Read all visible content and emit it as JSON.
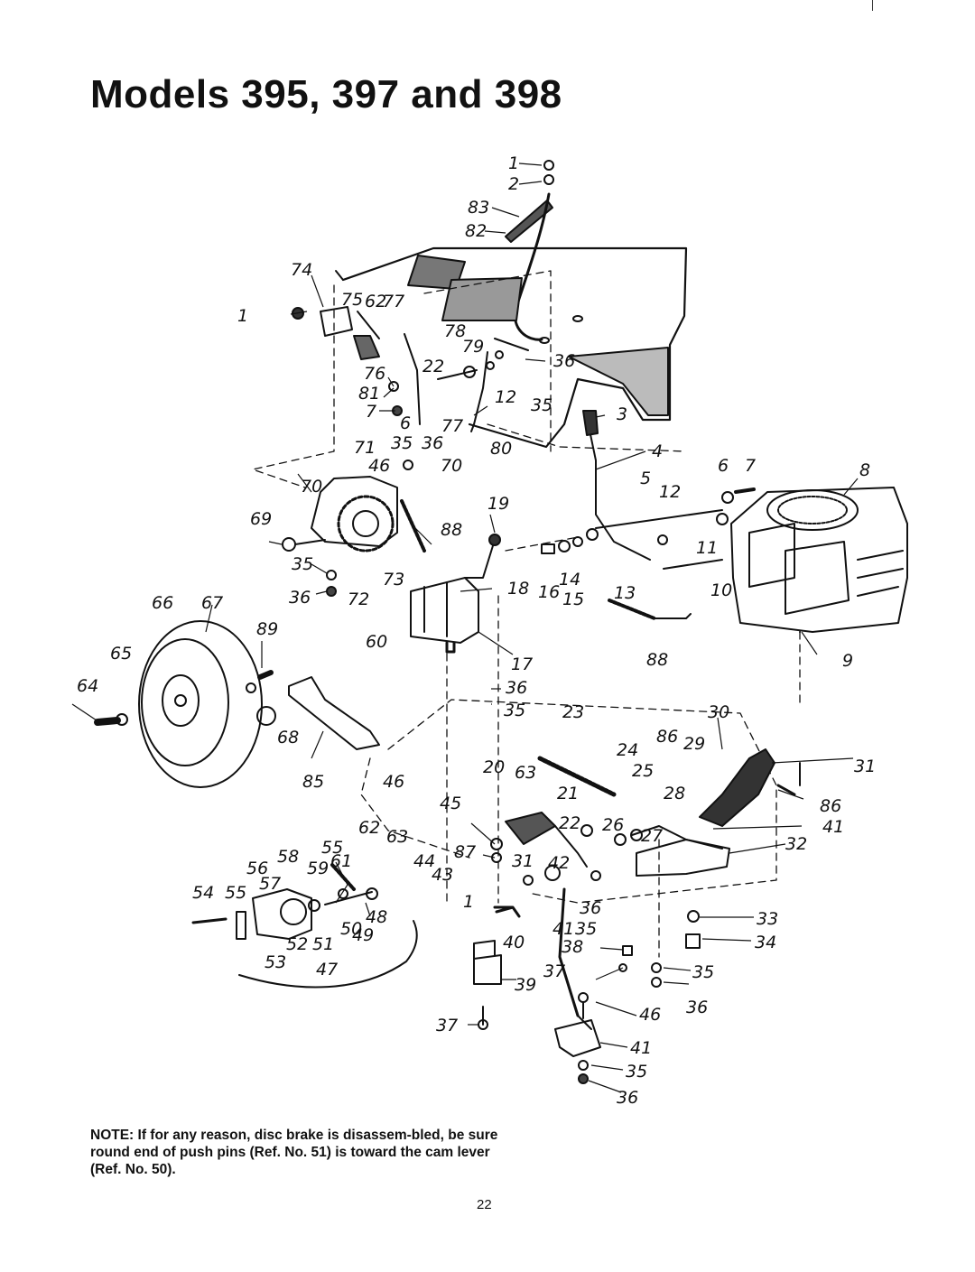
{
  "title": "Models 395, 397 and 398",
  "note": "NOTE: If for any reason, disc brake is disassem-bled, be sure round end of push pins (Ref. No. 51) is toward the cam lever (Ref. No. 50).",
  "page_number": "22",
  "callouts": [
    {
      "id": "c1a",
      "text": "1"
    },
    {
      "id": "c2",
      "text": "2"
    },
    {
      "id": "c83",
      "text": "83"
    },
    {
      "id": "c82",
      "text": "82"
    },
    {
      "id": "c74",
      "text": "74"
    },
    {
      "id": "c1b",
      "text": "1"
    },
    {
      "id": "c75",
      "text": "75"
    },
    {
      "id": "c62a",
      "text": "62"
    },
    {
      "id": "c77a",
      "text": "77"
    },
    {
      "id": "c78",
      "text": "78"
    },
    {
      "id": "c79",
      "text": "79"
    },
    {
      "id": "c36a",
      "text": "36"
    },
    {
      "id": "c76",
      "text": "76"
    },
    {
      "id": "c22a",
      "text": "22"
    },
    {
      "id": "c81",
      "text": "81"
    },
    {
      "id": "c12a",
      "text": "12"
    },
    {
      "id": "c35a",
      "text": "35"
    },
    {
      "id": "c7a",
      "text": "7"
    },
    {
      "id": "c6a",
      "text": "6"
    },
    {
      "id": "c77b",
      "text": "77"
    },
    {
      "id": "c3",
      "text": "3"
    },
    {
      "id": "c35b",
      "text": "35"
    },
    {
      "id": "c36b",
      "text": "36"
    },
    {
      "id": "c80",
      "text": "80"
    },
    {
      "id": "c71",
      "text": "71"
    },
    {
      "id": "c46a",
      "text": "46"
    },
    {
      "id": "c70a",
      "text": "70"
    },
    {
      "id": "c4",
      "text": "4"
    },
    {
      "id": "c6b",
      "text": "6"
    },
    {
      "id": "c7b",
      "text": "7"
    },
    {
      "id": "c8",
      "text": "8"
    },
    {
      "id": "c70b",
      "text": "70"
    },
    {
      "id": "c5",
      "text": "5"
    },
    {
      "id": "c12b",
      "text": "12"
    },
    {
      "id": "c19",
      "text": "19"
    },
    {
      "id": "c69",
      "text": "69"
    },
    {
      "id": "c88a",
      "text": "88"
    },
    {
      "id": "c11",
      "text": "11"
    },
    {
      "id": "c35c",
      "text": "35"
    },
    {
      "id": "c73",
      "text": "73"
    },
    {
      "id": "c18",
      "text": "18"
    },
    {
      "id": "c16",
      "text": "16"
    },
    {
      "id": "c14",
      "text": "14"
    },
    {
      "id": "c15",
      "text": "15"
    },
    {
      "id": "c13",
      "text": "13"
    },
    {
      "id": "c10",
      "text": "10"
    },
    {
      "id": "c66",
      "text": "66"
    },
    {
      "id": "c67",
      "text": "67"
    },
    {
      "id": "c36c",
      "text": "36"
    },
    {
      "id": "c72",
      "text": "72"
    },
    {
      "id": "c89",
      "text": "89"
    },
    {
      "id": "c60",
      "text": "60"
    },
    {
      "id": "c65",
      "text": "65"
    },
    {
      "id": "c17",
      "text": "17"
    },
    {
      "id": "c88b",
      "text": "88"
    },
    {
      "id": "c9",
      "text": "9"
    },
    {
      "id": "c64",
      "text": "64"
    },
    {
      "id": "c36d",
      "text": "36"
    },
    {
      "id": "c35d",
      "text": "35"
    },
    {
      "id": "c23",
      "text": "23"
    },
    {
      "id": "c30",
      "text": "30"
    },
    {
      "id": "c68",
      "text": "68"
    },
    {
      "id": "c86a",
      "text": "86"
    },
    {
      "id": "c29",
      "text": "29"
    },
    {
      "id": "c24",
      "text": "24"
    },
    {
      "id": "c20",
      "text": "20"
    },
    {
      "id": "c63a",
      "text": "63"
    },
    {
      "id": "c25",
      "text": "25"
    },
    {
      "id": "c31a",
      "text": "31"
    },
    {
      "id": "c85",
      "text": "85"
    },
    {
      "id": "c46b",
      "text": "46"
    },
    {
      "id": "c45",
      "text": "45"
    },
    {
      "id": "c21",
      "text": "21"
    },
    {
      "id": "c28",
      "text": "28"
    },
    {
      "id": "c86b",
      "text": "86"
    },
    {
      "id": "c22b",
      "text": "22"
    },
    {
      "id": "c26",
      "text": "26"
    },
    {
      "id": "c41a",
      "text": "41"
    },
    {
      "id": "c27",
      "text": "27"
    },
    {
      "id": "c62b",
      "text": "62"
    },
    {
      "id": "c63b",
      "text": "63"
    },
    {
      "id": "c32",
      "text": "32"
    },
    {
      "id": "c55a",
      "text": "55"
    },
    {
      "id": "c58",
      "text": "58"
    },
    {
      "id": "c87",
      "text": "87"
    },
    {
      "id": "c44",
      "text": "44"
    },
    {
      "id": "c31b",
      "text": "31"
    },
    {
      "id": "c42",
      "text": "42"
    },
    {
      "id": "c56",
      "text": "56"
    },
    {
      "id": "c59",
      "text": "59"
    },
    {
      "id": "c61",
      "text": "61"
    },
    {
      "id": "c43",
      "text": "43"
    },
    {
      "id": "c54",
      "text": "54"
    },
    {
      "id": "c55b",
      "text": "55"
    },
    {
      "id": "c57",
      "text": "57"
    },
    {
      "id": "c1c",
      "text": "1"
    },
    {
      "id": "c48",
      "text": "48"
    },
    {
      "id": "c41b",
      "text": "41"
    },
    {
      "id": "c35e",
      "text": "35"
    },
    {
      "id": "c36e",
      "text": "36"
    },
    {
      "id": "c33",
      "text": "33"
    },
    {
      "id": "c50",
      "text": "50"
    },
    {
      "id": "c49",
      "text": "49"
    },
    {
      "id": "c40",
      "text": "40"
    },
    {
      "id": "c38",
      "text": "38"
    },
    {
      "id": "c34",
      "text": "34"
    },
    {
      "id": "c52",
      "text": "52"
    },
    {
      "id": "c51",
      "text": "51"
    },
    {
      "id": "c53",
      "text": "53"
    },
    {
      "id": "c47",
      "text": "47"
    },
    {
      "id": "c37a",
      "text": "37"
    },
    {
      "id": "c35f",
      "text": "35"
    },
    {
      "id": "c39",
      "text": "39"
    },
    {
      "id": "c36f",
      "text": "36"
    },
    {
      "id": "c46c",
      "text": "46"
    },
    {
      "id": "c37b",
      "text": "37"
    },
    {
      "id": "c41c",
      "text": "41"
    },
    {
      "id": "c35g",
      "text": "35"
    },
    {
      "id": "c36g",
      "text": "36"
    }
  ]
}
